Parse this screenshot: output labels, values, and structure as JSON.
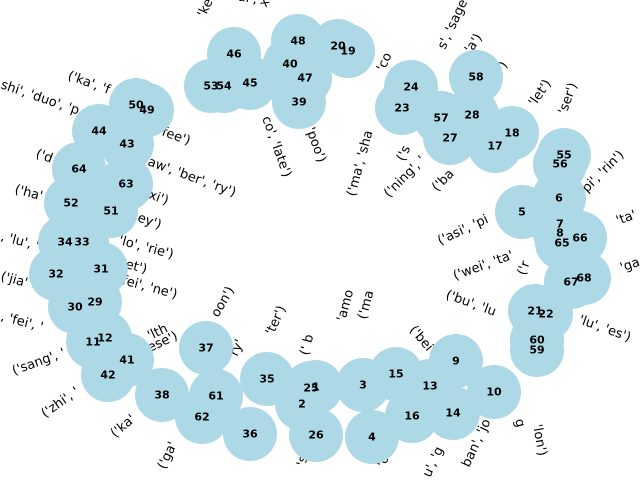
{
  "style": {
    "node_fill": "#add8e6",
    "edge_color": "#000000",
    "label_color": "#000000"
  },
  "nodes": [
    "1",
    "2",
    "3",
    "4",
    "5",
    "6",
    "7",
    "8",
    "9",
    "10",
    "11",
    "12",
    "13",
    "14",
    "15",
    "16",
    "17",
    "18",
    "19",
    "20",
    "21",
    "22",
    "23",
    "24",
    "25",
    "26",
    "27",
    "28",
    "29",
    "30",
    "31",
    "32",
    "33",
    "34",
    "35",
    "36",
    "37",
    "38",
    "39",
    "40",
    "41",
    "42",
    "43",
    "44",
    "45",
    "46",
    "47",
    "48",
    "49",
    "50",
    "51",
    "52",
    "53",
    "54",
    "55",
    "56",
    "57",
    "58",
    "59",
    "60",
    "61",
    "62",
    "63",
    "64",
    "65",
    "66",
    "67",
    "68"
  ],
  "edge_labels": [
    "('ka', 'f",
    "shi', 'duo', 'p",
    ", 'fee')",
    "('d",
    "aw', 'ber', 'ry')",
    "xi')",
    "('ha'",
    "hey')",
    ", 'lu', '",
    "'lo', 'rie')",
    "('jia'",
    "ket')",
    "'fei', 'ne')",
    ", 'fei', '",
    "('sang', '",
    "ese')",
    "'lth",
    "('zhi', '",
    "('ka'",
    "oon')",
    "'ter')",
    "('ga'",
    "ry'",
    "(' b",
    "'amo",
    "('ma",
    "('bei",
    "'lon')",
    "ban', 'jo",
    "u', 'g",
    "'o'",
    "'s",
    "g",
    "'ke",
    "mai',",
    "xia",
    "co', 'late')",
    "', 'poo')",
    "('ma', 'sha",
    "'co",
    "s', 'sage')",
    "mon')",
    "'a')",
    "'let')",
    "'ser')",
    "('s",
    "('ning', '",
    "('ba",
    "pi', 'rin')",
    "('asi', 'pi",
    "'ta'",
    "('wei', 'ta'",
    "('r",
    "'ga",
    "('bu', 'lu",
    "'lu', 'es')"
  ]
}
